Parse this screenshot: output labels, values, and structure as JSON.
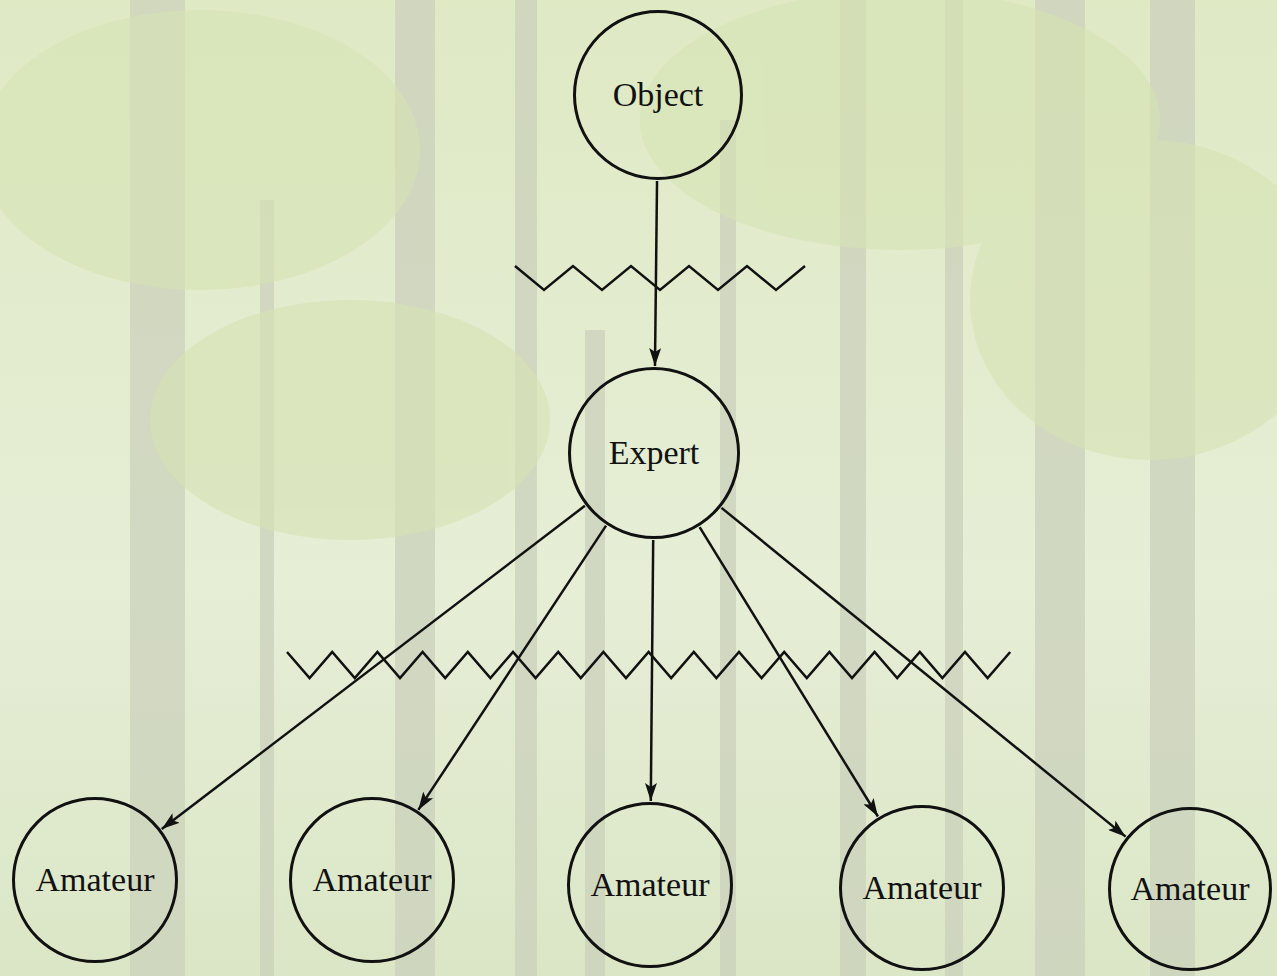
{
  "diagram": {
    "nodes": [
      {
        "text": [
          "Object"
        ]
      },
      {
        "text": [
          "Expert"
        ]
      },
      {
        "text": [
          "Amateur"
        ]
      },
      {
        "text": [
          "Amateur"
        ]
      },
      {
        "text": [
          "Amateur"
        ]
      },
      {
        "text": [
          "Amateur"
        ]
      },
      {
        "text": [
          "Amateur"
        ]
      }
    ],
    "edges": [
      {
        "from": 0,
        "to": 1,
        "arrow": "to"
      },
      {
        "from": 1,
        "to": 2,
        "arrow": "to"
      },
      {
        "from": 1,
        "to": 3,
        "arrow": "to"
      },
      {
        "from": 1,
        "to": 4,
        "arrow": "to"
      },
      {
        "from": 1,
        "to": 5,
        "arrow": "to"
      },
      {
        "from": 1,
        "to": 6,
        "arrow": "to"
      }
    ]
  }
}
